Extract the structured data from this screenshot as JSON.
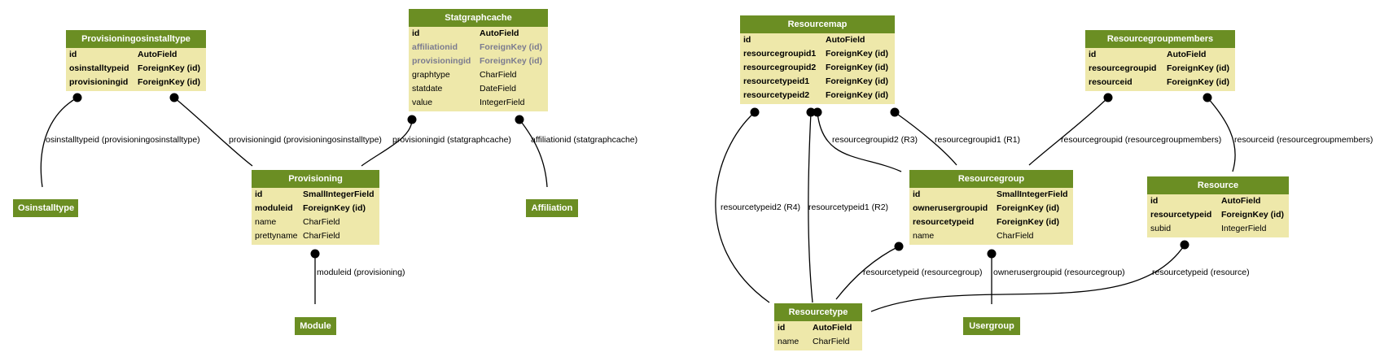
{
  "entities": {
    "provisioningosinstalltype": {
      "title": "Provisioningosinstalltype",
      "fields": [
        {
          "name": "id",
          "type": "AutoField",
          "style": "pk"
        },
        {
          "name": "osinstalltypeid",
          "type": "ForeignKey (id)",
          "style": "pk"
        },
        {
          "name": "provisioningid",
          "type": "ForeignKey (id)",
          "style": "pk"
        }
      ]
    },
    "statgraphcache": {
      "title": "Statgraphcache",
      "fields": [
        {
          "name": "id",
          "type": "AutoField",
          "style": "pk"
        },
        {
          "name": "affiliationid",
          "type": "ForeignKey (id)",
          "style": "inh"
        },
        {
          "name": "provisioningid",
          "type": "ForeignKey (id)",
          "style": "inh"
        },
        {
          "name": "graphtype",
          "type": "CharField",
          "style": "normal"
        },
        {
          "name": "statdate",
          "type": "DateField",
          "style": "normal"
        },
        {
          "name": "value",
          "type": "IntegerField",
          "style": "normal"
        }
      ]
    },
    "resourcemap": {
      "title": "Resourcemap",
      "fields": [
        {
          "name": "id",
          "type": "AutoField",
          "style": "pk"
        },
        {
          "name": "resourcegroupid1",
          "type": "ForeignKey (id)",
          "style": "pk"
        },
        {
          "name": "resourcegroupid2",
          "type": "ForeignKey (id)",
          "style": "pk"
        },
        {
          "name": "resourcetypeid1",
          "type": "ForeignKey (id)",
          "style": "pk"
        },
        {
          "name": "resourcetypeid2",
          "type": "ForeignKey (id)",
          "style": "pk"
        }
      ]
    },
    "resourcegroupmembers": {
      "title": "Resourcegroupmembers",
      "fields": [
        {
          "name": "id",
          "type": "AutoField",
          "style": "pk"
        },
        {
          "name": "resourcegroupid",
          "type": "ForeignKey (id)",
          "style": "pk"
        },
        {
          "name": "resourceid",
          "type": "ForeignKey (id)",
          "style": "pk"
        }
      ]
    },
    "osinstalltype": {
      "title": "Osinstalltype",
      "fields": []
    },
    "provisioning": {
      "title": "Provisioning",
      "fields": [
        {
          "name": "id",
          "type": "SmallIntegerField",
          "style": "pk"
        },
        {
          "name": "moduleid",
          "type": "ForeignKey (id)",
          "style": "pk"
        },
        {
          "name": "name",
          "type": "CharField",
          "style": "normal"
        },
        {
          "name": "prettyname",
          "type": "CharField",
          "style": "normal"
        }
      ]
    },
    "affiliation": {
      "title": "Affiliation",
      "fields": []
    },
    "resourcegroup": {
      "title": "Resourcegroup",
      "fields": [
        {
          "name": "id",
          "type": "SmallIntegerField",
          "style": "pk"
        },
        {
          "name": "ownerusergroupid",
          "type": "ForeignKey (id)",
          "style": "pk"
        },
        {
          "name": "resourcetypeid",
          "type": "ForeignKey (id)",
          "style": "pk"
        },
        {
          "name": "name",
          "type": "CharField",
          "style": "normal"
        }
      ]
    },
    "resource": {
      "title": "Resource",
      "fields": [
        {
          "name": "id",
          "type": "AutoField",
          "style": "pk"
        },
        {
          "name": "resourcetypeid",
          "type": "ForeignKey (id)",
          "style": "pk"
        },
        {
          "name": "subid",
          "type": "IntegerField",
          "style": "normal"
        }
      ]
    },
    "module": {
      "title": "Module",
      "fields": []
    },
    "resourcetype": {
      "title": "Resourcetype",
      "fields": [
        {
          "name": "id",
          "type": "AutoField",
          "style": "pk"
        },
        {
          "name": "name",
          "type": "CharField",
          "style": "normal"
        }
      ]
    },
    "usergroup": {
      "title": "Usergroup",
      "fields": []
    }
  },
  "relations": [
    {
      "id": "osinstalltypeid",
      "label": "osinstalltypeid (provisioningosinstalltype)"
    },
    {
      "id": "provisioningid-pot",
      "label": "provisioningid (provisioningosinstalltype)"
    },
    {
      "id": "provisioningid-sgc",
      "label": "provisioningid (statgraphcache)"
    },
    {
      "id": "affiliationid",
      "label": "affiliationid (statgraphcache)"
    },
    {
      "id": "moduleid",
      "label": "moduleid (provisioning)"
    },
    {
      "id": "resourcetypeid2",
      "label": "resourcetypeid2 (R4)"
    },
    {
      "id": "resourcetypeid1",
      "label": "resourcetypeid1 (R2)"
    },
    {
      "id": "resourcegroupid2",
      "label": "resourcegroupid2 (R3)"
    },
    {
      "id": "resourcegroupid1",
      "label": "resourcegroupid1 (R1)"
    },
    {
      "id": "resourcegroupid-rgm",
      "label": "resourcegroupid (resourcegroupmembers)"
    },
    {
      "id": "resourceid-rgm",
      "label": "resourceid (resourcegroupmembers)"
    },
    {
      "id": "resourcetypeid-rg",
      "label": "resourcetypeid (resourcegroup)"
    },
    {
      "id": "ownerusergroupid",
      "label": "ownerusergroupid (resourcegroup)"
    },
    {
      "id": "resourcetypeid-res",
      "label": "resourcetypeid (resource)"
    }
  ],
  "colors": {
    "header": "#6b8e23",
    "body": "#eee8aa",
    "edge": "#000000",
    "inherited_text": "#7b7b8f"
  }
}
